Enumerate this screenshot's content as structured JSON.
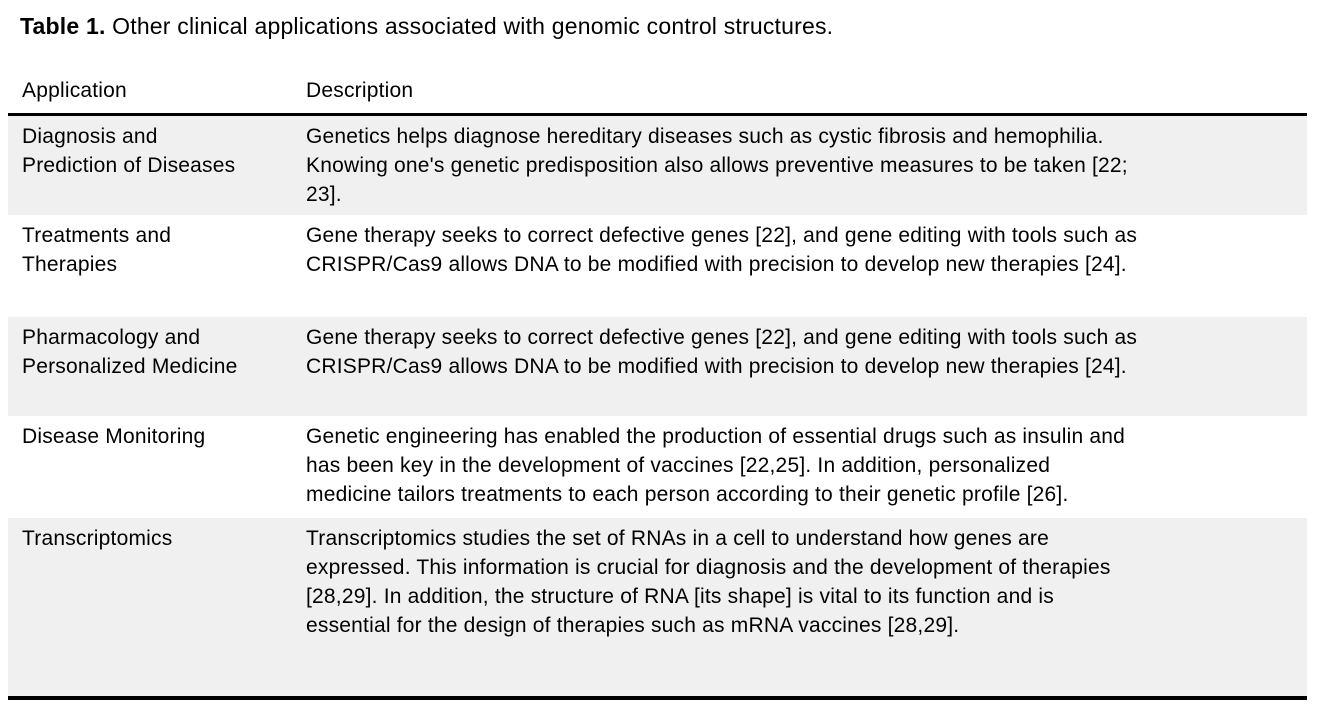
{
  "page": {
    "title_bold": "Table 1.",
    "title_rest": " Other clinical applications associated with genomic control structures."
  },
  "table": {
    "columns": [
      "Application",
      "Description"
    ],
    "rows": [
      {
        "application": "Diagnosis and\nPrediction of Diseases",
        "description": "Genetics helps diagnose hereditary diseases such as cystic fibrosis and hemophilia.\nKnowing one's genetic predisposition also allows preventive measures to be taken [22;\n23]."
      },
      {
        "application": "Treatments and\nTherapies",
        "description": "Gene therapy seeks to correct defective genes [22], and gene editing with tools such as\nCRISPR/Cas9 allows DNA to be modified with precision to develop new therapies [24]."
      },
      {
        "application": "Pharmacology and\nPersonalized Medicine",
        "description": "Gene therapy seeks to correct defective genes [22], and gene editing with tools such as\nCRISPR/Cas9 allows DNA to be modified with precision to develop new therapies [24]."
      },
      {
        "application": "Disease Monitoring",
        "description": "Genetic engineering has enabled the production of essential drugs such as insulin and\nhas been key in the development of vaccines [22,25]. In addition, personalized\nmedicine tailors treatments to each person according to their genetic profile [26]."
      },
      {
        "application": "Transcriptomics",
        "description": "Transcriptomics studies the set of RNAs in a cell to understand how genes are\nexpressed. This information is crucial for diagnosis and the development of therapies\n[28,29]. In addition, the structure of RNA [its shape] is vital to its function and is\nessential for the design of therapies such as mRNA vaccines [28,29]."
      }
    ]
  },
  "colors": {
    "row_shade": "#f0f0f0",
    "rule": "#000000"
  }
}
